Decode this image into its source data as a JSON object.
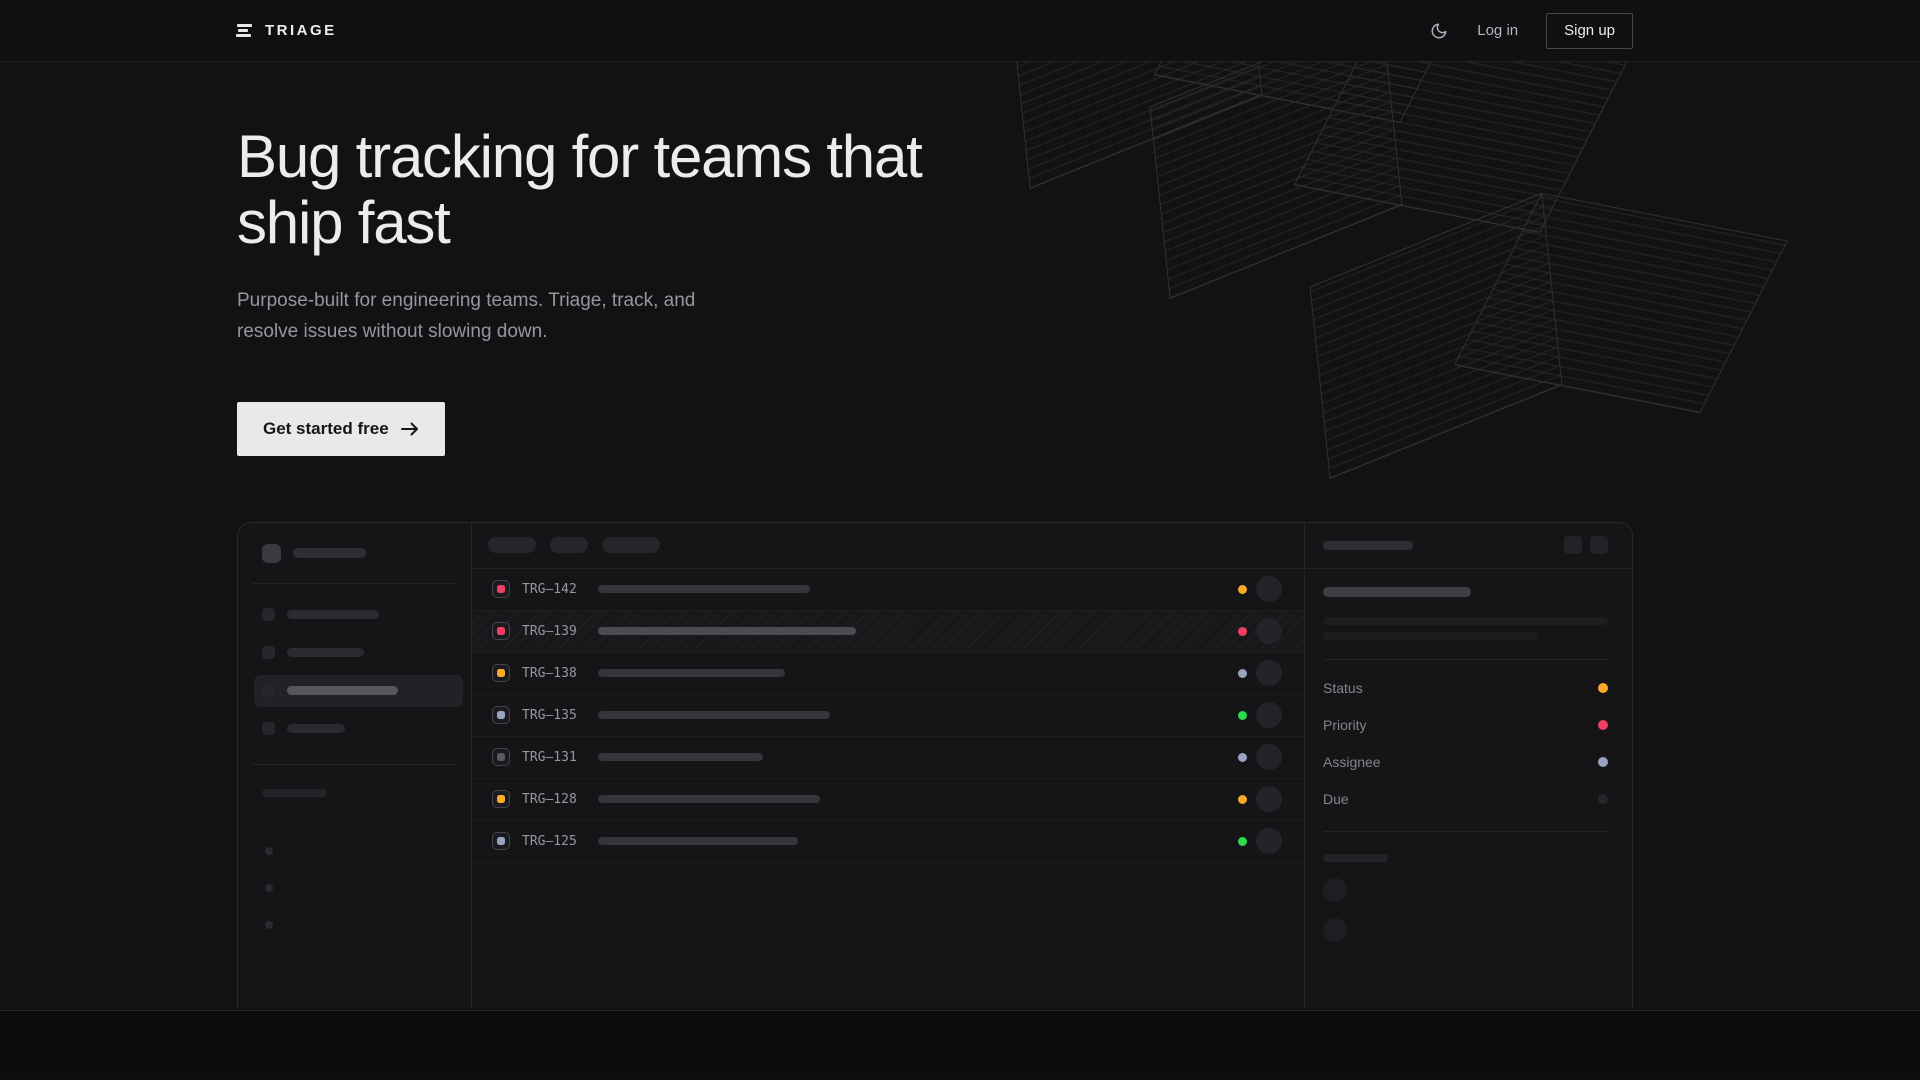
{
  "nav": {
    "brand": "TRIAGE",
    "login_label": "Log in",
    "signup_label": "Sign up"
  },
  "hero": {
    "title": "Bug tracking for teams that ship fast",
    "subtitle": "Purpose-built for engineering teams. Triage, track, and resolve issues without slowing down.",
    "cta_label": "Get started free"
  },
  "mockup": {
    "issues": [
      {
        "id": "TRG–142",
        "icon_color": "#f13f63",
        "dot_color": "#f7a928",
        "title_width": 212,
        "selected": false
      },
      {
        "id": "TRG–139",
        "icon_color": "#f13f63",
        "dot_color": "#f13f63",
        "title_width": 258,
        "selected": true
      },
      {
        "id": "TRG–138",
        "icon_color": "#f7a928",
        "dot_color": "#98a4c0",
        "title_width": 187,
        "selected": false
      },
      {
        "id": "TRG–135",
        "icon_color": "#98a4c0",
        "dot_color": "#2bdb4e",
        "title_width": 232,
        "selected": false
      },
      {
        "id": "TRG–131",
        "icon_color": "#5a5a62",
        "dot_color": "#98a4c0",
        "title_width": 165,
        "selected": false
      },
      {
        "id": "TRG–128",
        "icon_color": "#f7a928",
        "dot_color": "#f7a928",
        "title_width": 222,
        "selected": false
      },
      {
        "id": "TRG–125",
        "icon_color": "#98a4c0",
        "dot_color": "#2bdb4e",
        "title_width": 200,
        "selected": false
      }
    ],
    "detail_fields": [
      {
        "label": "Status",
        "dot_color": "#f7a928"
      },
      {
        "label": "Priority",
        "dot_color": "#f13f63"
      },
      {
        "label": "Assignee",
        "dot_color": "#98a4c0"
      },
      {
        "label": "Due",
        "dot_color": "#26262a"
      }
    ]
  },
  "colors": {
    "background": "#121215",
    "accent_amber": "#f7a928",
    "accent_pink": "#f13f63",
    "accent_green": "#2bdb4e",
    "accent_periwinkle": "#98a4c0"
  }
}
